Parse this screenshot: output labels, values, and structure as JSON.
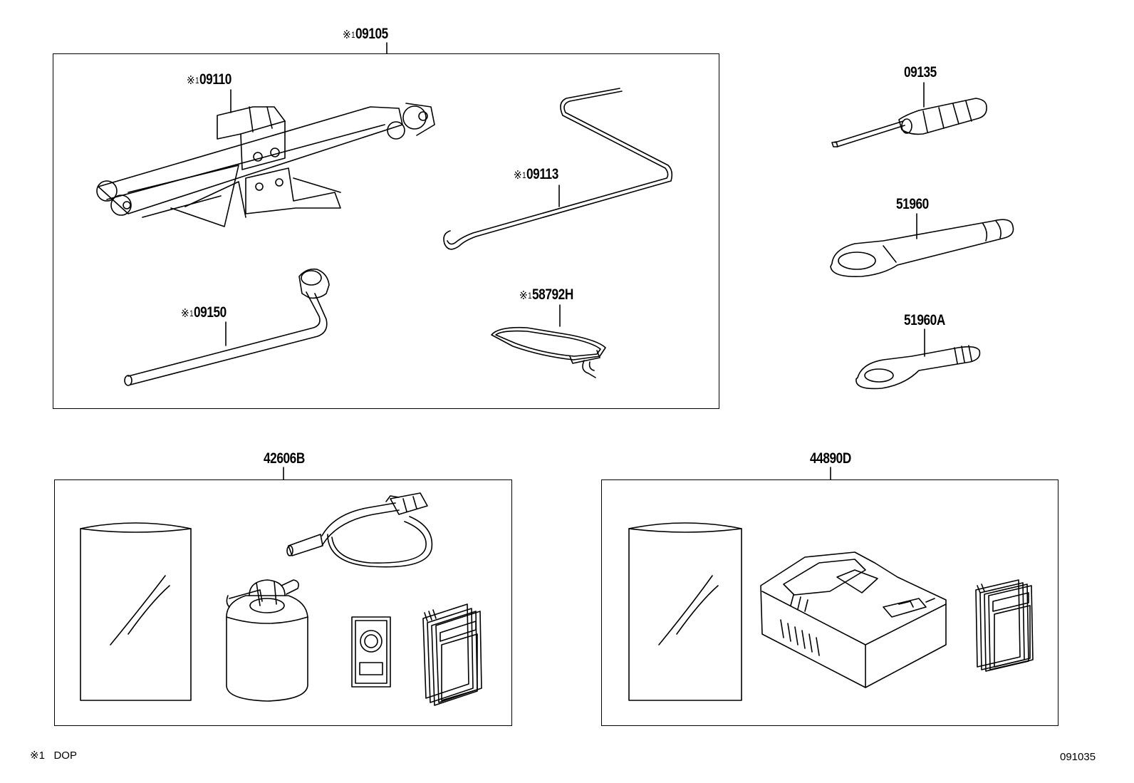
{
  "parts": {
    "p09105": {
      "mark": "※",
      "note": "1",
      "number": "09105"
    },
    "p09110": {
      "mark": "※",
      "note": "1",
      "number": "09110"
    },
    "p09113": {
      "mark": "※",
      "note": "1",
      "number": "09113"
    },
    "p09150": {
      "mark": "※",
      "note": "1",
      "number": "09150"
    },
    "p58792H": {
      "mark": "※",
      "note": "1",
      "number": "58792H"
    },
    "p09135": {
      "number": "09135"
    },
    "p51960": {
      "number": "51960"
    },
    "p51960A": {
      "number": "51960A"
    },
    "p42606B": {
      "number": "42606B"
    },
    "p44890D": {
      "number": "44890D"
    }
  },
  "footnote": {
    "mark": "※1",
    "text": "DOP"
  },
  "diagram_code": "091035",
  "icons": [
    "scissor-jack-icon",
    "jack-handle-icon",
    "wheel-nut-wrench-icon",
    "hook-bracket-icon",
    "screwdriver-icon",
    "towing-eye-icon",
    "towing-eye-small-icon",
    "plastic-bag-icon",
    "sealant-bottle-icon",
    "inflation-hose-icon",
    "speed-sticker-icon",
    "instruction-booklet-icon",
    "compressor-icon"
  ]
}
